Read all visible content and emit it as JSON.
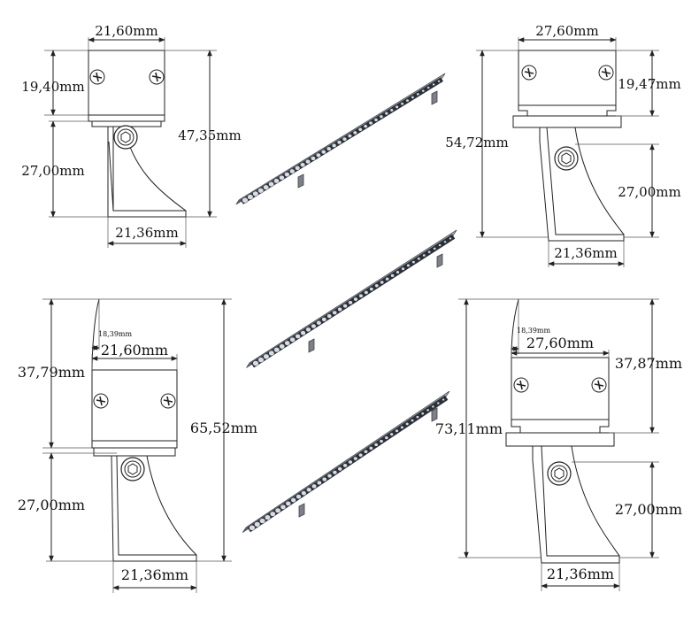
{
  "top_left": {
    "width_top": "21,60mm",
    "height_upper": "19,40mm",
    "height_lower": "27,00mm",
    "height_total": "47,35mm",
    "width_bottom": "21,36mm"
  },
  "top_right": {
    "width_top": "27,60mm",
    "height_upper": "19,47mm",
    "height_total": "54,72mm",
    "height_lower": "27,00mm",
    "width_bottom": "21,36mm"
  },
  "bottom_left": {
    "offset_small": "18,39mm",
    "width_top": "21,60mm",
    "height_upper": "37,79mm",
    "height_total": "65,52mm",
    "height_lower": "27,00mm",
    "width_bottom": "21,36mm"
  },
  "bottom_right": {
    "offset_small": "18,39mm",
    "width_top": "27,60mm",
    "height_upper": "37,87mm",
    "height_total": "73,11mm",
    "height_lower": "27,00mm",
    "width_bottom": "21,36mm"
  },
  "colors": {
    "bar_body": "#8a8d94",
    "led": "#2b3038",
    "line": "#222222"
  },
  "icons": {
    "screw": "screw-icon",
    "bolt": "hex-bolt-icon"
  }
}
